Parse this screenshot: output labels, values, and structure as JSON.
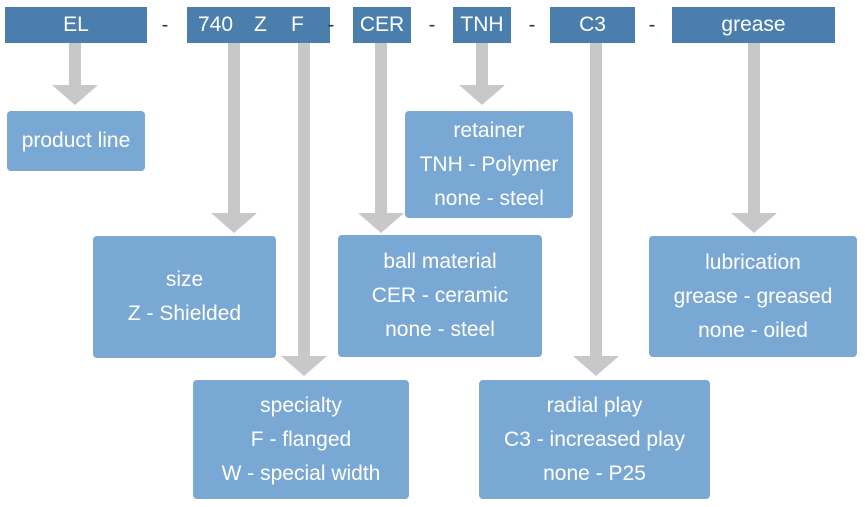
{
  "header": {
    "el": "EL",
    "size_code": "740",
    "shield_code": "Z",
    "special_code": "F",
    "ball_code": "CER",
    "retainer_code": "TNH",
    "play_code": "C3",
    "lube_code": "grease",
    "separator": "-"
  },
  "boxes": {
    "product_line": {
      "title": "product line"
    },
    "retainer": {
      "title": "retainer",
      "line1": "TNH - Polymer",
      "line2": "none - steel"
    },
    "size": {
      "title": "size",
      "line1": "Z - Shielded"
    },
    "ball_material": {
      "title": "ball material",
      "line1": "CER - ceramic",
      "line2": "none - steel"
    },
    "lubrication": {
      "title": "lubrication",
      "line1": "grease - greased",
      "line2": "none - oiled"
    },
    "specialty": {
      "title": "specialty",
      "line1": "F - flanged",
      "line2": "W - special width"
    },
    "radial_play": {
      "title": "radial play",
      "line1": "C3 - increased play",
      "line2": "none - P25"
    }
  },
  "colors": {
    "header_bg": "#4a7eac",
    "box_bg": "#7aa8d4",
    "arrow": "#c8c8c8"
  }
}
